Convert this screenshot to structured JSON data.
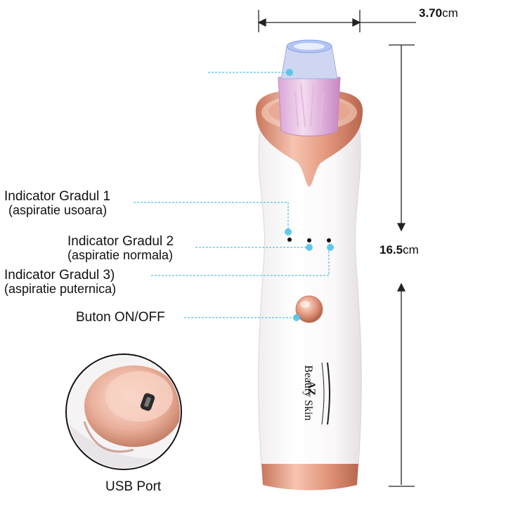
{
  "dimensions": {
    "width_value": "3.70",
    "width_unit": "cm",
    "height_value": "16.5",
    "height_unit": "cm"
  },
  "callouts": {
    "indicator1_title": "Indicator Gradul 1",
    "indicator1_sub": "(aspiratie usoara)",
    "indicator2_title": "Indicator Gradul 2",
    "indicator2_sub": "(aspiratie normala)",
    "indicator3_title": "Indicator Gradul 3)",
    "indicator3_sub": "(aspiratie puternica)",
    "button_label": "Buton ON/OFF",
    "usb_label": "USB Port"
  },
  "brand": {
    "logo_letters": "AZ",
    "name": "Beauty Skin"
  },
  "colors": {
    "rose_gold": "#e7a48c",
    "callout_line": "#4fc3e8",
    "tip_blue": "#a9c7f2"
  }
}
